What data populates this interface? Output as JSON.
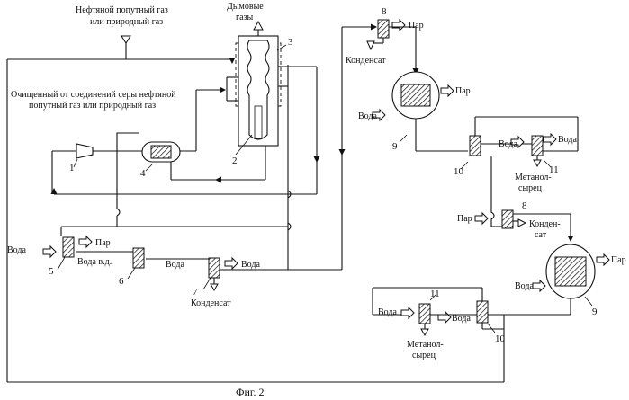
{
  "labels": {
    "feed_gas": [
      "Нефтяной попутный газ",
      "или природный газ"
    ],
    "flue_gas": [
      "Дымовые",
      "газы"
    ],
    "purified_gas": [
      "Очищенный от соединений серы нефтяной",
      "попутный газ или природный газ"
    ],
    "water": "Вода",
    "steam": "Пар",
    "condensate": "Конденсат",
    "water_bfw": "Вода в.д.",
    "methanol_crude": [
      "Метанол-",
      "сырец"
    ],
    "condensate_split": [
      "Конден-",
      "сат"
    ],
    "figure_caption": "Фиг. 2"
  },
  "numbers": {
    "n1": "1",
    "n2": "2",
    "n3": "3",
    "n4": "4",
    "n5": "5",
    "n6": "6",
    "n7": "7",
    "n8": "8",
    "n9": "9",
    "n10": "10",
    "n11": "11"
  }
}
